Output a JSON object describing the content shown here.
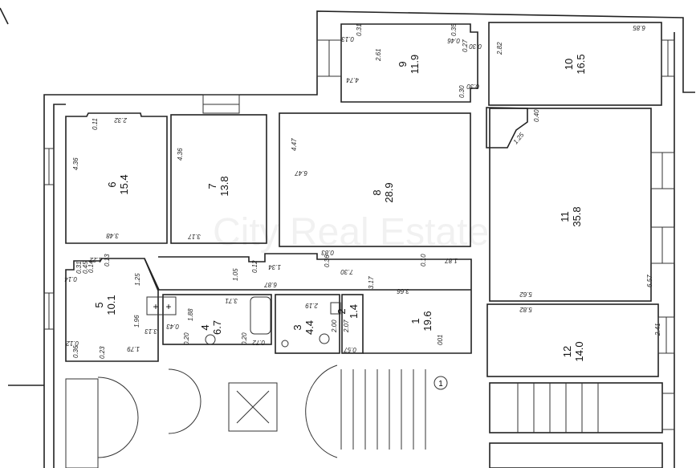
{
  "watermark": "City Real Estate",
  "stair_marker": "1",
  "door_tag": "001",
  "rooms": [
    {
      "number": "1",
      "area": "19.6"
    },
    {
      "number": "2",
      "area": "1.4"
    },
    {
      "number": "3",
      "area": "4.4"
    },
    {
      "number": "4",
      "area": "6.7"
    },
    {
      "number": "5",
      "area": "10.1"
    },
    {
      "number": "6",
      "area": "15.4"
    },
    {
      "number": "7",
      "area": "13.8"
    },
    {
      "number": "8",
      "area": "28.9"
    },
    {
      "number": "9",
      "area": "11.9"
    },
    {
      "number": "10",
      "area": "16.5"
    },
    {
      "number": "11",
      "area": "35.8"
    },
    {
      "number": "12",
      "area": "14.0"
    }
  ],
  "dims": [
    "0.11",
    "2.32",
    "4.36",
    "3.48",
    "4.36",
    "3.17",
    "4.47",
    "6.47",
    "0.31",
    "0.13",
    "2.61",
    "4.74",
    "0.35",
    "0.46",
    "0.27",
    "0.30",
    "0.30",
    "0.30",
    "2.82",
    "6.85",
    "0.40",
    "1.25",
    "5.62",
    "6.57",
    "5.82",
    "2.41",
    "0.36",
    "0.83",
    "0.10",
    "1.87",
    "7.30",
    "3.17",
    "3.66",
    "1.34",
    "0.12",
    "1.05",
    "6.87",
    "1.22",
    "0.13",
    "0.14",
    "0.45",
    "0.31",
    "0.14",
    "1.25",
    "1.96",
    "3.13",
    "1.79",
    "0.12",
    "0.36",
    "0.23",
    "1.88",
    "3.71",
    "0.43",
    "0.20",
    "0.20",
    "0.72",
    "2.19",
    "2.00",
    "2.07",
    "0.57"
  ]
}
